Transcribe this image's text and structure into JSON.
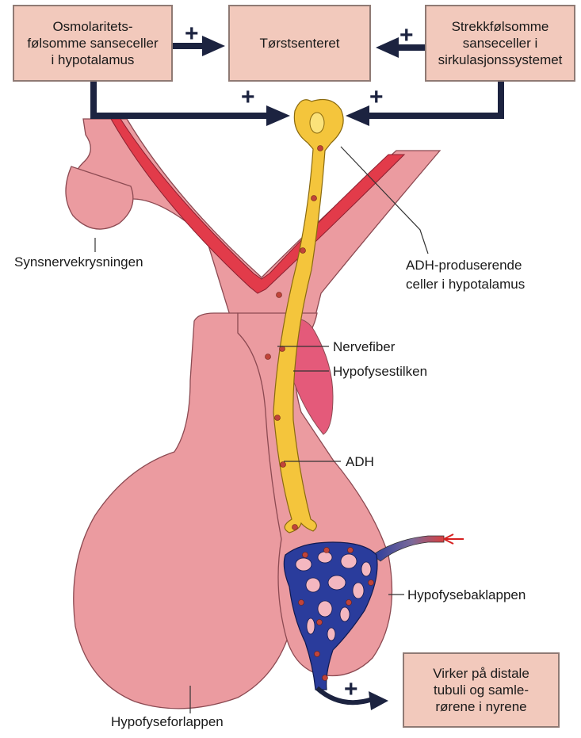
{
  "boxes": {
    "osmo": [
      "Osmolaritets-",
      "følsomme sanseceller",
      "i hypotalamus"
    ],
    "thirst": [
      "Tørstsenteret"
    ],
    "stretch": [
      "Strekkfølsomme",
      "sanseceller i",
      "sirkulasjonssystemet"
    ],
    "effect": [
      "Virker på distale",
      "tubuli og samle-",
      "rørene i nyrene"
    ]
  },
  "labels": {
    "chiasm": "Synsnervekrysningen",
    "adh_cells": [
      "ADH-produserende",
      "celler i hypotalamus"
    ],
    "nerve_fiber": "Nervefiber",
    "stalk": "Hypofysestilken",
    "adh": "ADH",
    "posterior": "Hypofysebaklappen",
    "anterior": "Hypofyseforlappen"
  },
  "signs": {
    "plus": "+"
  },
  "colors": {
    "tissue": "#eb9ba0",
    "tissue_edge": "#8c4a52",
    "artery": "#e23b4a",
    "neuron": "#f4c53c",
    "vessel": "#2a3c9c",
    "arrow": "#1c2340",
    "box": "#f2c9bc"
  }
}
